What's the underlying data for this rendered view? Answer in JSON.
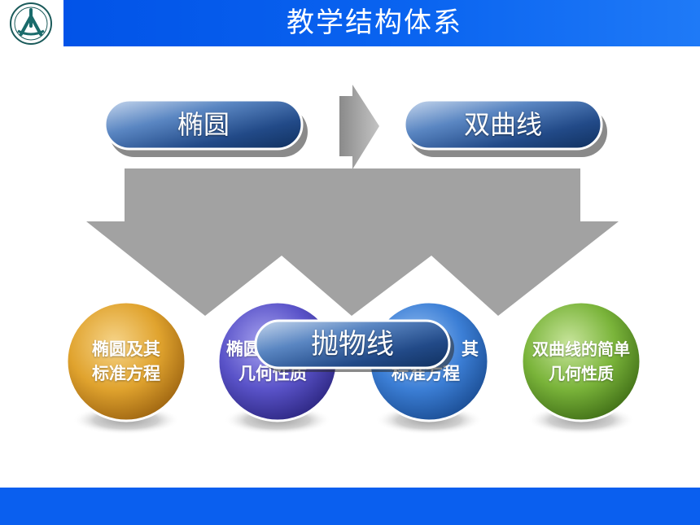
{
  "header": {
    "title": "教学结构体系"
  },
  "diagram": {
    "top_pills": [
      {
        "label": "椭圆"
      },
      {
        "label": "双曲线"
      }
    ],
    "center_pill": {
      "label": "抛物线"
    },
    "spheres": [
      {
        "line1": "椭圆及其",
        "line2": "标准方程",
        "color": "#e0a32e"
      },
      {
        "line1": "椭圆",
        "line2": "几何性质",
        "color": "#5a53c9"
      },
      {
        "line1": "其",
        "line2": "标准方程",
        "color": "#3c7fd6"
      },
      {
        "line1": "双曲线的简单",
        "line2": "几何性质",
        "color": "#7ab43a"
      }
    ]
  },
  "colors": {
    "header_blue": "#0a5fef",
    "pill_dark": "#1b3f7a",
    "arrow_gray": "#a2a2a2"
  }
}
